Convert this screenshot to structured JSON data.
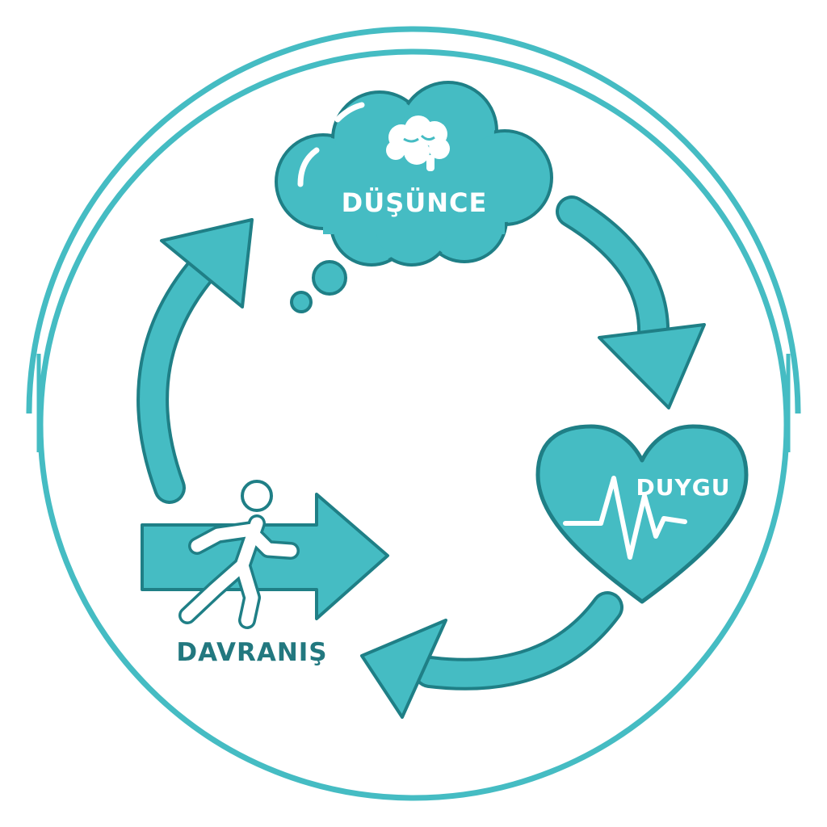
{
  "colors": {
    "teal": "#45bcc3",
    "teal_dark": "#1f7f86",
    "teal_text": "#22787f",
    "white": "#ffffff"
  },
  "nodes": {
    "thought": {
      "label": "DÜŞÜNCE",
      "icon": "brain-icon"
    },
    "emotion": {
      "label": "DUYGU",
      "icon": "heartbeat-icon"
    },
    "behavior": {
      "label": "DAVRANIŞ",
      "icon": "running-person-icon"
    }
  },
  "cycle": [
    "thought",
    "emotion",
    "behavior",
    "thought"
  ]
}
